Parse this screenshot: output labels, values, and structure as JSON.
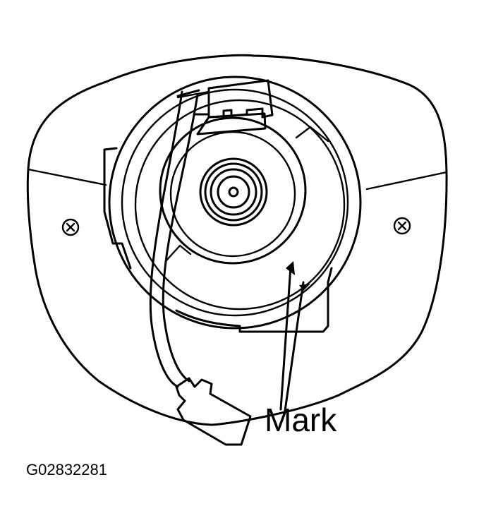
{
  "diagram": {
    "subject": "steering wheel pad with spiral cable (clock spring) alignment",
    "callouts": [
      {
        "label": "Mark",
        "arrow_count": 2,
        "points_to": "alignment marks on spiral cable rim"
      }
    ],
    "figure_id": "G02832281",
    "parts": [
      "steering-wheel-pad-outline",
      "left-screw",
      "right-screw",
      "spiral-cable-housing",
      "center-hub-rings",
      "top-connector",
      "wire-harness",
      "bottom-connector",
      "alignment-mark-arrows"
    ],
    "colors": {
      "line": "#000000",
      "background": "#ffffff"
    }
  }
}
